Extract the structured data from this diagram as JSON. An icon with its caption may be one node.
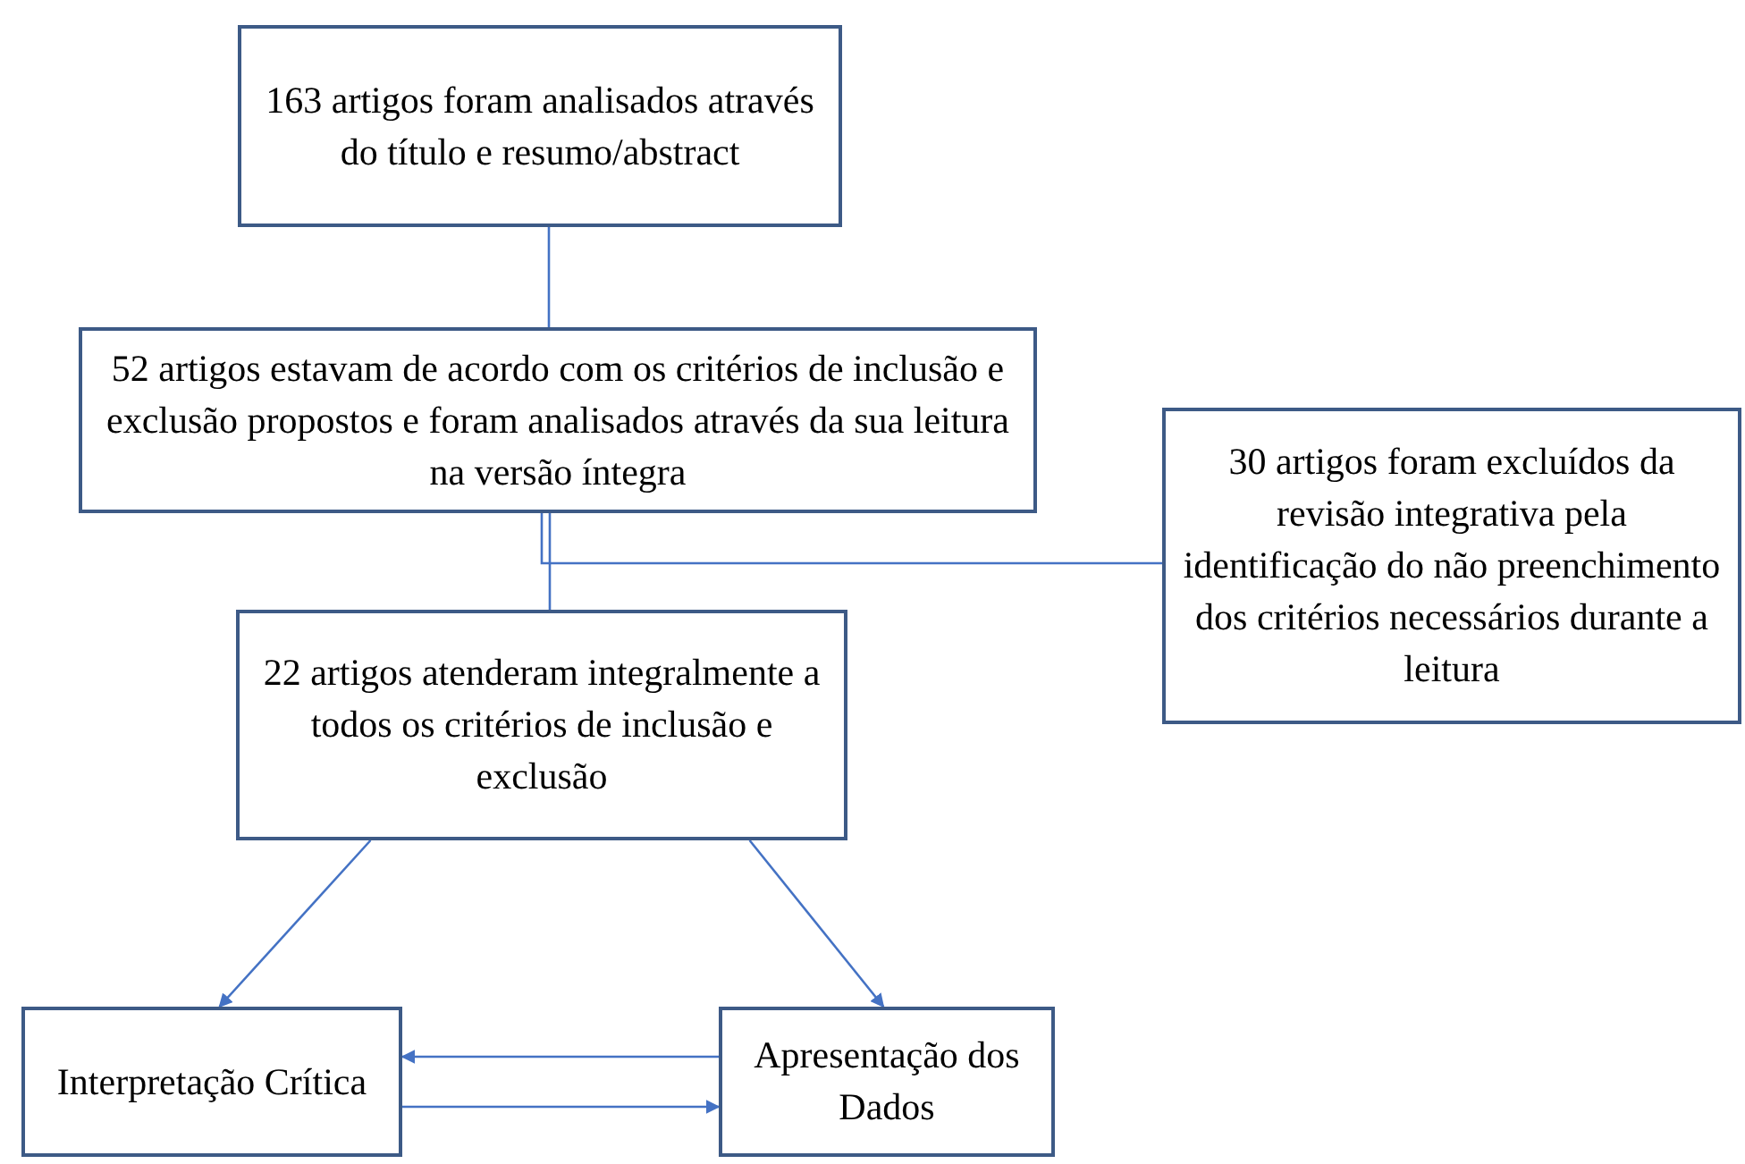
{
  "diagram": {
    "nodes": [
      {
        "text": [
          "163 artigos foram analisados através do título e resumo/abstract"
        ]
      },
      {
        "text": [
          "52 artigos estavam de acordo com os critérios de inclusão e exclusão propostos e foram analisados através da sua leitura na versão íntegra"
        ]
      },
      {
        "text": [
          "22 artigos atenderam integralmente a todos os critérios de inclusão e exclusão"
        ]
      },
      {
        "text": [
          "30 artigos foram excluídos da revisão integrativa pela identificação do não preenchimento dos critérios necessários durante a leitura"
        ]
      },
      {
        "text": [
          "Interpretação Crítica"
        ]
      },
      {
        "text": [
          "Apresentação dos Dados"
        ]
      }
    ],
    "edges": [
      {
        "from": 0,
        "to": 1,
        "arrow": "none"
      },
      {
        "from": 1,
        "to": 2,
        "arrow": "none"
      },
      {
        "from": 1,
        "to": 3,
        "arrow": "none"
      },
      {
        "from": 2,
        "to": 4,
        "arrow": "to"
      },
      {
        "from": 2,
        "to": 5,
        "arrow": "to"
      },
      {
        "from": 5,
        "to": 4,
        "arrow": "to"
      },
      {
        "from": 4,
        "to": 5,
        "arrow": "to"
      }
    ]
  }
}
